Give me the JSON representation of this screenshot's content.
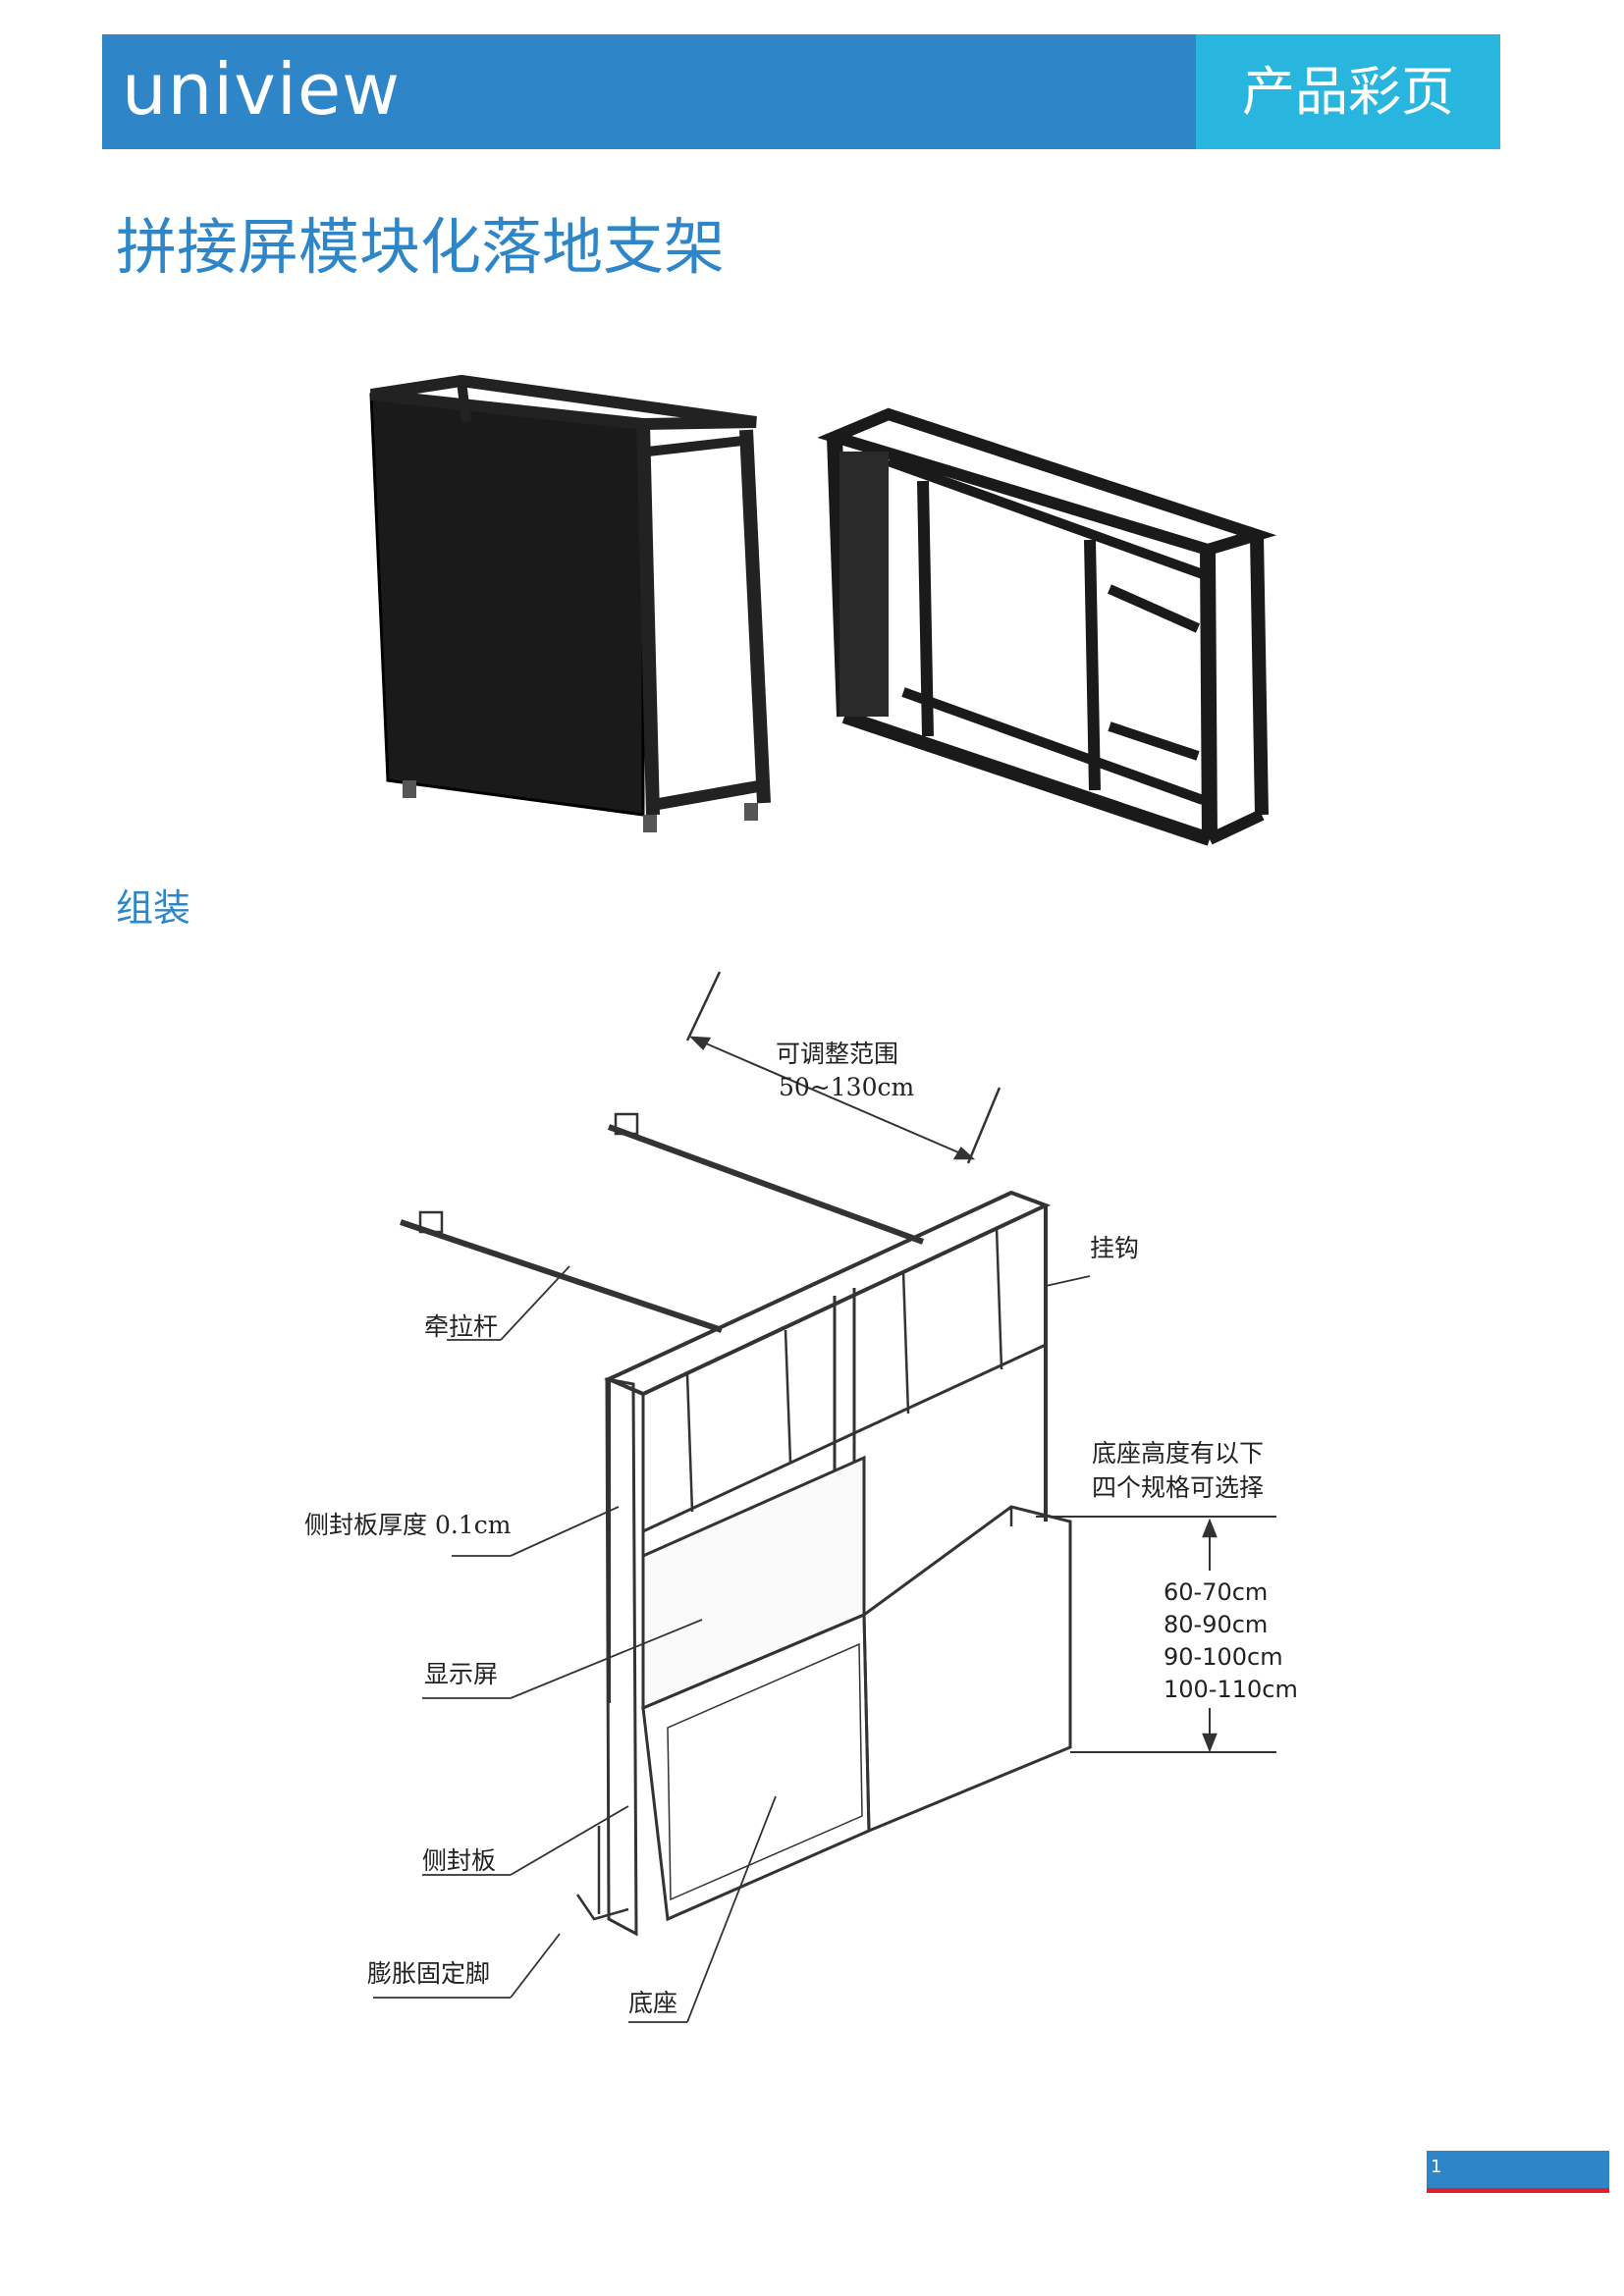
{
  "header": {
    "logo_text": "uniview",
    "tag": "产品彩页"
  },
  "title": "拼接屏模块化落地支架",
  "section_title": "组装",
  "diagram": {
    "adjust_label": "可调整范围",
    "adjust_range": "50~130cm",
    "hook": "挂钩",
    "pull_rod": "牵拉杆",
    "side_panel_thickness": "侧封板厚度 0.1cm",
    "base_height_note_1": "底座高度有以下",
    "base_height_note_2": "四个规格可选择",
    "heights": [
      "60-70cm",
      "80-90cm",
      "90-100cm",
      "100-110cm"
    ],
    "display": "显示屏",
    "side_panel": "侧封板",
    "expansion_foot": "膨胀固定脚",
    "base": "底座"
  },
  "footer": {
    "page": "1"
  },
  "colors": {
    "brand_blue": "#2e86c8",
    "accent_cyan": "#28b6de",
    "footer_red": "#e0202a"
  }
}
